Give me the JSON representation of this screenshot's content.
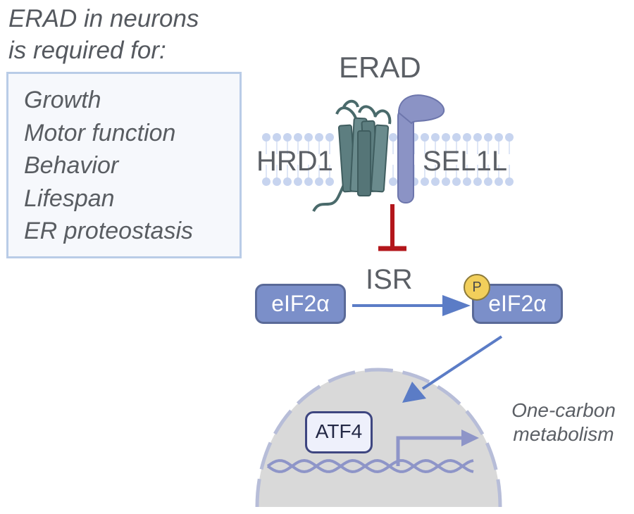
{
  "intro": {
    "line1": "ERAD in neurons",
    "line2": "is required for:"
  },
  "requirements": [
    "Growth",
    "Motor function",
    "Behavior",
    "Lifespan",
    "ER proteostasis"
  ],
  "complex": {
    "title": "ERAD",
    "left_protein": "HRD1",
    "right_protein": "SEL1L"
  },
  "pathway": {
    "isr_label": "ISR",
    "eif2a_label": "eIF2α",
    "eif2a_p_label": "eIF2α",
    "phospho_label": "P"
  },
  "nucleus": {
    "atf4_label": "ATF4"
  },
  "outcome": {
    "line1": "One-carbon",
    "line2": "metabolism"
  },
  "colors": {
    "membrane": "#c7d4ef",
    "hrd1": "#5d7e80",
    "sel1l": "#8b93c5",
    "inhibition": "#b3161b",
    "arrow": "#5b7cc6",
    "nucleus": "#d9d9d9",
    "dna": "#8e95c8"
  }
}
